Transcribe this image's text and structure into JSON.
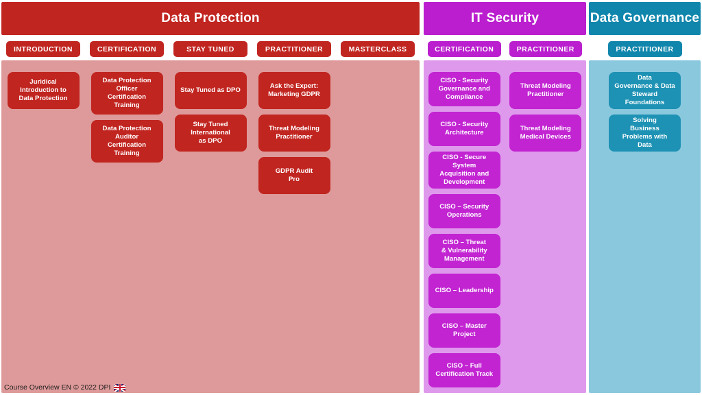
{
  "footer": {
    "text": "Course Overview EN © 2022 DPI",
    "flag_icon": "uk-flag-icon"
  },
  "colors": {
    "data_protection_header": "#C12520",
    "data_protection_panel": "#DE9A9A",
    "data_protection_card": "#C12520",
    "it_security_header": "#BA1ECE",
    "it_security_panel": "#DF99EC",
    "it_security_card": "#C224D2",
    "data_governance_header": "#1186AC",
    "data_governance_panel": "#8AC8DE",
    "data_governance_card": "#1E92B4"
  },
  "tracks": [
    {
      "title": "Data Protection",
      "columns": [
        {
          "category": "INTRODUCTION",
          "cards": [
            {
              "title": "Juridical\nIntroduction to\nData Protection",
              "height": 54
            }
          ]
        },
        {
          "category": "CERTIFICATION",
          "cards": [
            {
              "title": "Data Protection\nOfficer\nCertification\nTraining",
              "height": 62
            },
            {
              "title": "Data Protection\nAuditor\nCertification\nTraining",
              "height": 62
            }
          ]
        },
        {
          "category": "STAY TUNED",
          "cards": [
            {
              "title": "Stay Tuned as DPO",
              "height": 54
            },
            {
              "title": "Stay Tuned\nInternational\nas DPO",
              "height": 54
            }
          ]
        },
        {
          "category": "PRACTITIONER",
          "cards": [
            {
              "title": "Ask the Expert:\nMarketing GDPR",
              "height": 54
            },
            {
              "title": "Threat Modeling\nPractitioner",
              "height": 54
            },
            {
              "title": "GDPR Audit\nPro",
              "height": 54
            }
          ]
        },
        {
          "category": "MASTERCLASS",
          "cards": []
        }
      ]
    },
    {
      "title": "IT Security",
      "columns": [
        {
          "category": "CERTIFICATION",
          "cards": [
            {
              "title": "CISO - Security\nGovernance and\nCompliance",
              "height": 54
            },
            {
              "title": "CISO - Security\nArchitecture",
              "height": 54
            },
            {
              "title": "CISO - Secure\nSystem\nAcquisition and\nDevelopment",
              "height": 54
            },
            {
              "title": "CISO – Security\nOperations",
              "height": 54
            },
            {
              "title": "CISO – Threat\n& Vulnerability\nManagement",
              "height": 54
            },
            {
              "title": "CISO – Leadership",
              "height": 54
            },
            {
              "title": "CISO – Master\nProject",
              "height": 54
            },
            {
              "title": "CISO – Full\nCertification Track",
              "height": 54
            }
          ]
        },
        {
          "category": "PRACTITIONER",
          "cards": [
            {
              "title": "Threat Modeling\nPractitioner",
              "height": 54
            },
            {
              "title": "Threat Modeling\nMedical Devices",
              "height": 54
            }
          ]
        }
      ]
    },
    {
      "title": "Data Governance",
      "columns": [
        {
          "category": "PRACTITIONER",
          "cards": [
            {
              "title": "Data\nGovernance & Data\nSteward\nFoundations",
              "height": 54
            },
            {
              "title": "Solving\nBusiness\nProblems with\nData",
              "height": 54
            }
          ]
        }
      ]
    }
  ]
}
